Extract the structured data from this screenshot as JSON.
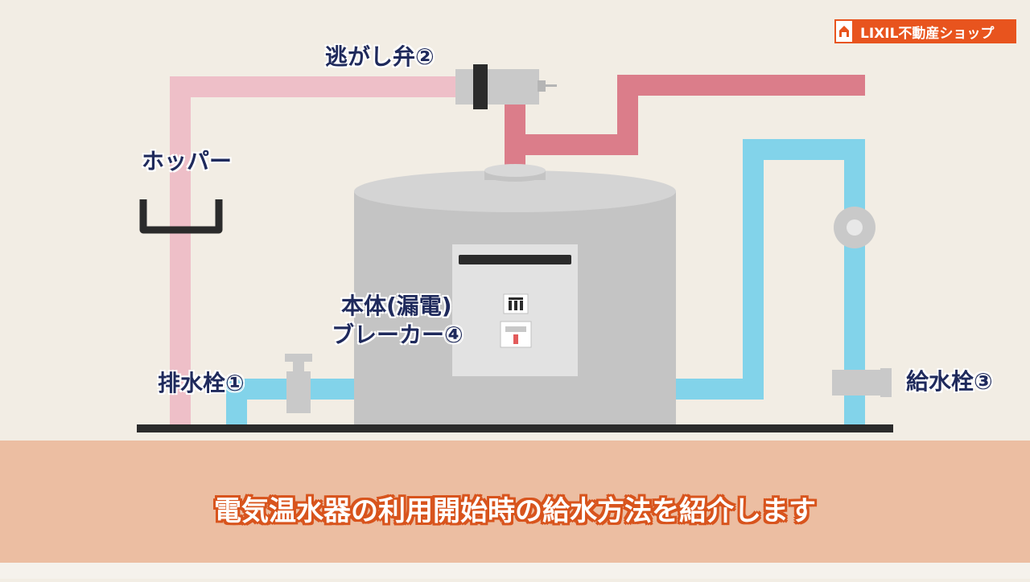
{
  "brand": {
    "text": "LIXIL不動産ショップ",
    "color": "#e8541e"
  },
  "labels": {
    "relief_valve": "逃がし弁②",
    "hopper": "ホッパー",
    "breaker_line1": "本体(漏電)",
    "breaker_line2": "ブレーカー④",
    "drain_valve": "排水栓①",
    "supply_valve": "給水栓③"
  },
  "caption": "電気温水器の利用開始時の給水方法を紹介します",
  "colors": {
    "hot_pipe": "#db7d8a",
    "drain_pipe": "#eebfc8",
    "cold_pipe": "#82d3ea",
    "tank": "#c8c8c8",
    "text": "#1f2a5c",
    "caption_band": "#ecbea2"
  }
}
